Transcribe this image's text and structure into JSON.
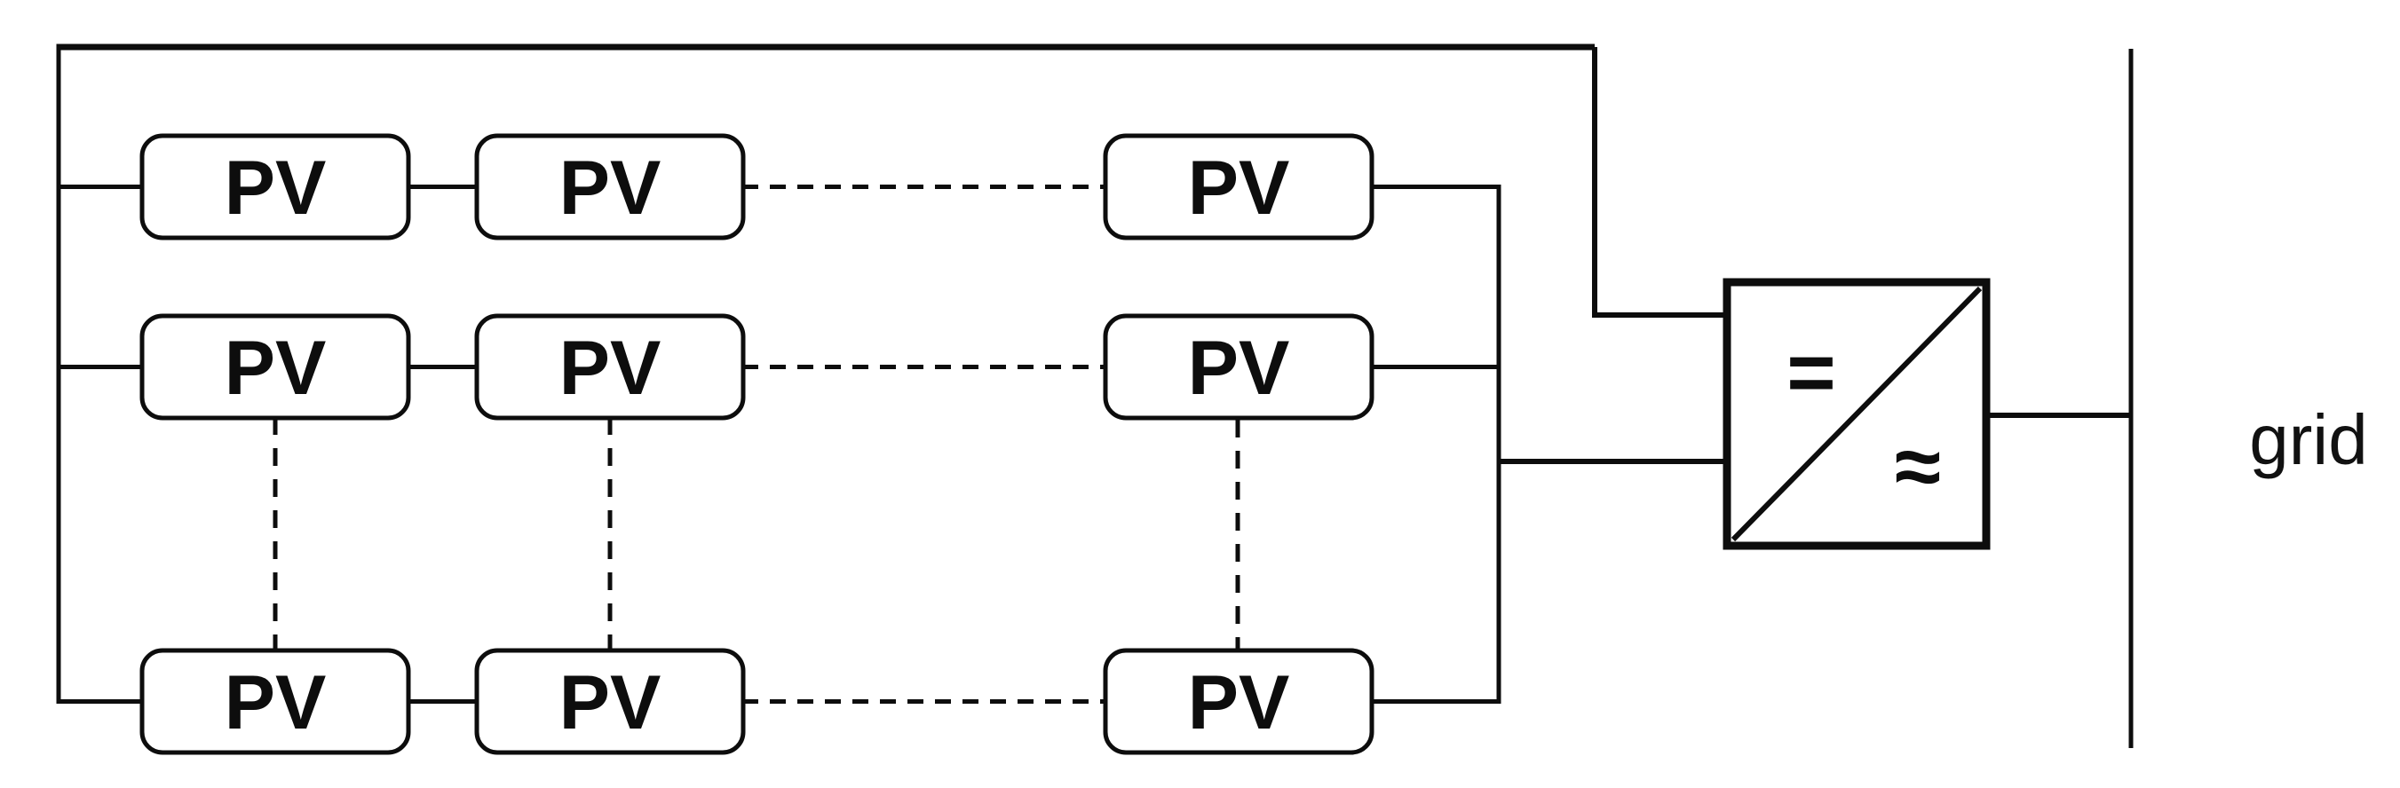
{
  "figure": {
    "pv_module_label": "PV",
    "grid_label": "grid",
    "inverter": {
      "dc_side_symbol": "=",
      "ac_side_symbol": "≈"
    },
    "array": {
      "visible_rows": 3,
      "visible_modules_per_row": 3,
      "row_continuation": "dashed",
      "column_continuation": "dashed"
    },
    "colors": {
      "line": "#0d0d0d",
      "background": "#ffffff"
    }
  }
}
